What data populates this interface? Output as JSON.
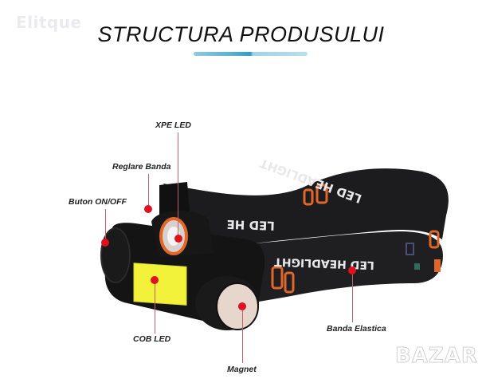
{
  "watermarks": {
    "top_left": "Elitque",
    "bottom_right": "BAZAR"
  },
  "header": {
    "title": "STRUCTURA PRODUSULUI"
  },
  "product": {
    "band_print": "LED HEADLIGHT",
    "colors": {
      "band": "#1c1c1e",
      "body": "#141414",
      "cob": "#f2f23a",
      "magnet": "#e6d6cc",
      "accent_orange": "#e0662a",
      "marker": "#e0101e",
      "underline": "#2c9cc8"
    }
  },
  "callouts": [
    {
      "id": "xpe-led",
      "label": "XPE LED"
    },
    {
      "id": "reglare-banda",
      "label": "Reglare Banda"
    },
    {
      "id": "buton-on-off",
      "label": "Buton ON/OFF"
    },
    {
      "id": "cob-led",
      "label": "COB LED"
    },
    {
      "id": "magnet",
      "label": "Magnet"
    },
    {
      "id": "banda-elastica",
      "label": "Banda Elastica"
    }
  ]
}
